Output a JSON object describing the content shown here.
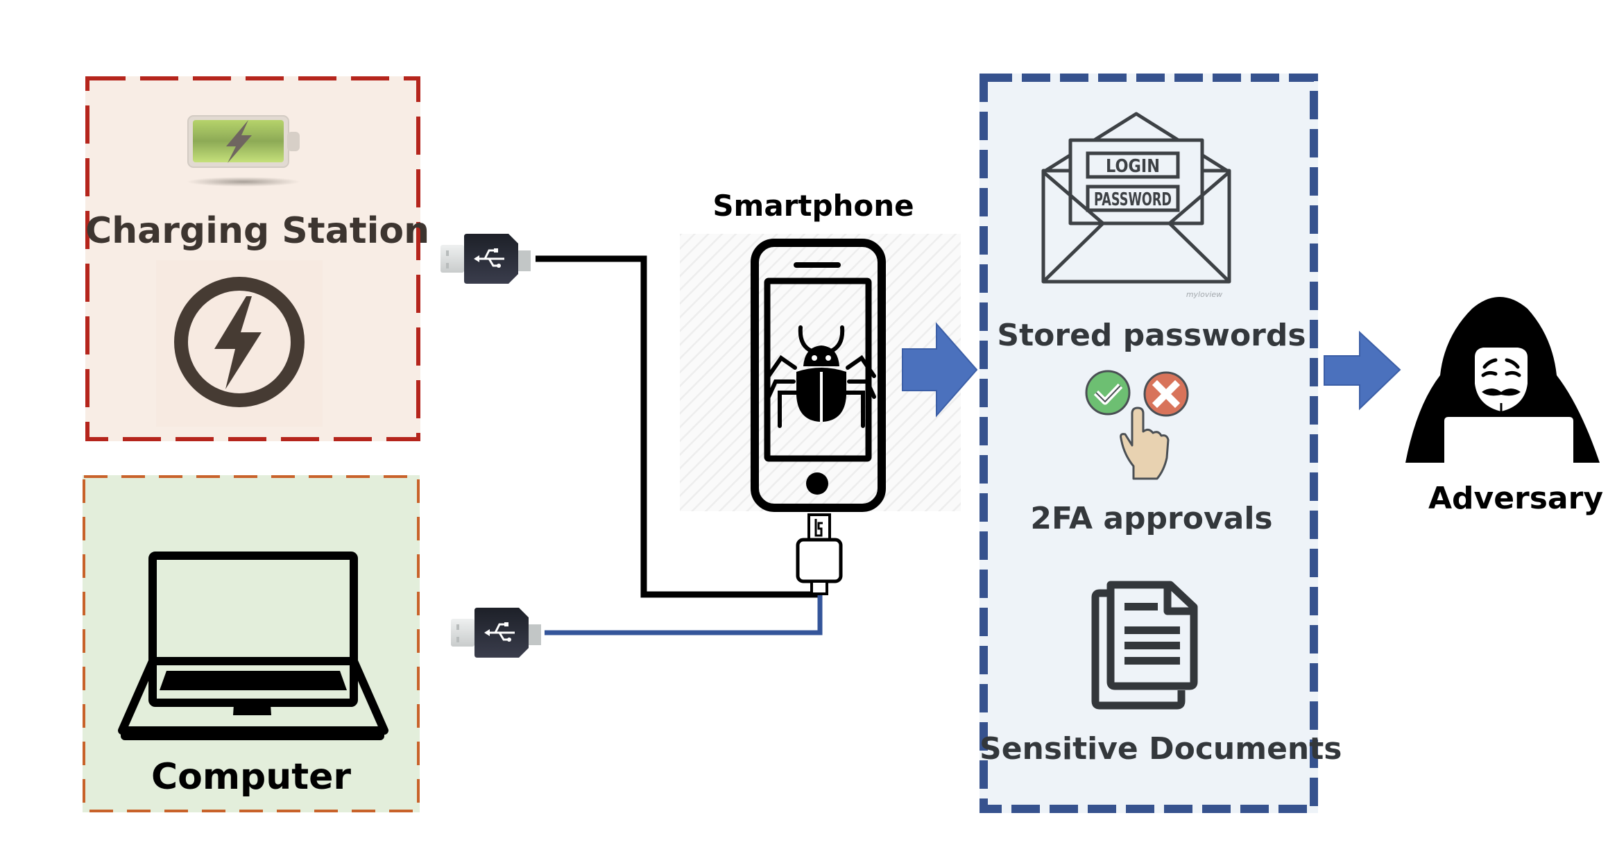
{
  "diagram": {
    "sources": {
      "charging_station": {
        "label": "Charging Station",
        "icons": [
          "battery-charging-icon",
          "power-bolt-icon"
        ],
        "border_color": "#b5251c",
        "fill_color": "#f8ede5",
        "text_color": "#3d3530"
      },
      "computer": {
        "label": "Computer",
        "icons": [
          "laptop-icon"
        ],
        "border_color": "#c8622a",
        "fill_color": "#e3eedb",
        "text_color": "#000000"
      }
    },
    "cables": {
      "top": {
        "from": "charging_station",
        "to": "smartphone",
        "color": "#000000",
        "connector": "usb-a-icon"
      },
      "bottom": {
        "from": "computer",
        "to": "smartphone",
        "color": "#34559a",
        "connector": "usb-a-icon"
      }
    },
    "device": {
      "label": "Smartphone",
      "icons": [
        "smartphone-icon",
        "bug-icon",
        "micro-usb-plug-icon"
      ]
    },
    "exfiltrated": {
      "border_color": "#36528e",
      "fill_color": "#eef3f8",
      "text_color": "#33373b",
      "items": [
        {
          "label": "Stored passwords",
          "icon": "login-envelope-icon",
          "envelope_fields": [
            "LOGIN",
            "PASSWORD"
          ],
          "watermark": "myloview"
        },
        {
          "label": "2FA approvals",
          "icon": "approve-deny-icon"
        },
        {
          "label": "Sensitive Documents",
          "icon": "documents-icon"
        }
      ]
    },
    "arrows": {
      "color": "#4b71bd",
      "stroke": "#3b5ea6"
    },
    "target": {
      "label": "Adversary",
      "icon": "hooded-hacker-icon"
    }
  }
}
